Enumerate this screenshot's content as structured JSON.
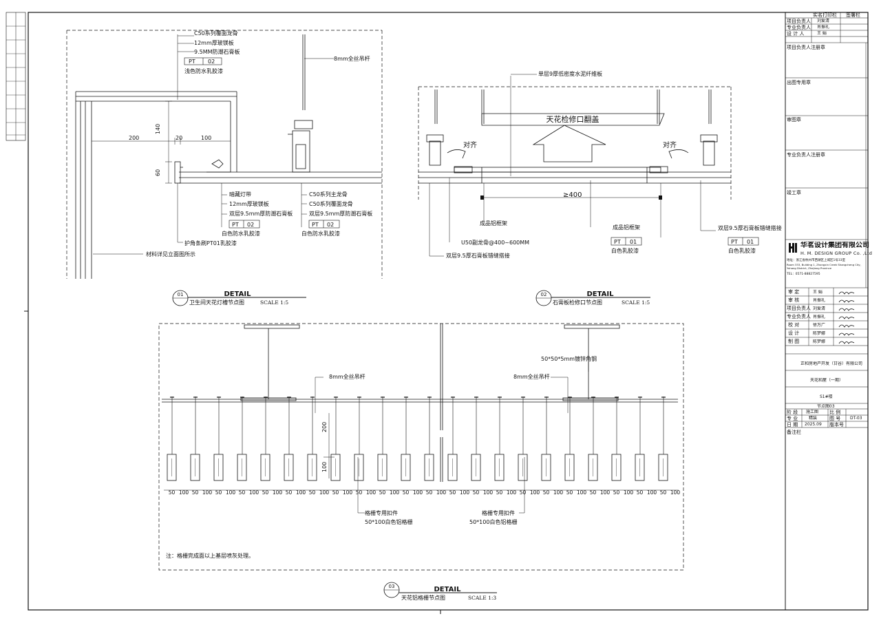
{
  "detail1": {
    "labels_top": [
      "C50系列覆面龙骨",
      "12mm厚玻镁板",
      "9.5MM防潮石膏板",
      "PT",
      "02",
      "浅色防水乳胶漆"
    ],
    "rod": "8mm全丝吊杆",
    "dims": [
      "140",
      "200",
      "20",
      "100",
      "60"
    ],
    "labels_bottom_left": [
      "暗藏灯带",
      "12mm厚玻镁板",
      "双层9.5mm厚防潮石膏板",
      "PT",
      "02",
      "白色防水乳胶漆",
      "护角条刷PT01乳胶漆",
      "材料详见立面图所示"
    ],
    "labels_bottom_right": [
      "C50系列主龙骨",
      "C50系列覆面龙骨",
      "双层9.5mm厚防潮石膏板",
      "PT",
      "02",
      "白色防水乳胶漆"
    ],
    "num": "01",
    "detail": "DETAIL",
    "title": "卫生间天花灯槽节点图",
    "scale": "SCALE 1:5"
  },
  "detail2": {
    "label_top": "单层9厚低密度水泥纤维板",
    "hatch": "天花检修口翻盖",
    "align": "对齐",
    "dim": "≥400",
    "labels": [
      "成品铝框架",
      "成品铝框架",
      "U50副龙骨@400~600MM",
      "双层9.5厚石膏板错缝搭接",
      "双层9.5厚石膏板错缝搭接",
      "PT",
      "01",
      "白色乳胶漆",
      "PT",
      "01",
      "白色乳胶漆"
    ],
    "num": "02",
    "detail": "DETAIL",
    "title": "石膏板检修口节点图",
    "scale": "SCALE 1:5"
  },
  "detail3": {
    "rod_left": "8mm全丝吊杆",
    "rod_right": "8mm全丝吊杆",
    "angle": "50*50*5mm镀锌角钢",
    "dim_v1": "200",
    "dim_v2": "100",
    "dims_bottom": [
      "50",
      "100"
    ],
    "clip": "格栅专用扣件",
    "grille": "50*100白色铝格栅",
    "note": "注：格栅完成面以上基层喷灰处理。",
    "num": "03",
    "detail": "DETAIL",
    "title": "天花铝格栅节点图",
    "scale": "SCALE 1:3"
  },
  "titleblock": {
    "stamp_col1": "实名打印栏",
    "stamp_col2": "签署栏",
    "rows_top": [
      {
        "label": "项目负责人",
        "name": "刘爱清"
      },
      {
        "label": "专业负责人",
        "name": "肖振礼"
      },
      {
        "label": "设 计 人",
        "name": "王 娟"
      }
    ],
    "sections": [
      "项目负责人注册章",
      "出图专用章",
      "审图章",
      "专业负责人注册章",
      "竣工章"
    ],
    "company_cn": "华茗设计集团有限公司",
    "company_en": "H. M. DESIGN GROUP Co. ,Ltd",
    "address": "地址：浙江省杭州市西湖区上城区1号33室",
    "address_en": "Room 333, Building 1, Zhongxin Creek Shangcheng City, Yuhang District, Zhejiang Province",
    "tel": "TEL：0571-88827595",
    "sign_rows": [
      {
        "label": "审 定",
        "name": "王 娟"
      },
      {
        "label": "审 核",
        "name": "肖振礼"
      },
      {
        "label": "项目负责人",
        "name": "刘爱清"
      },
      {
        "label": "专业负责人",
        "name": "肖振礼"
      },
      {
        "label": "校 对",
        "name": "徐万广"
      },
      {
        "label": "设 计",
        "name": "陈梦娜"
      },
      {
        "label": "制 图",
        "name": "陈梦娜"
      }
    ],
    "client": "正和房地产开发（甘谷）有限公司",
    "project": "天花和屋（一期）",
    "building": "S1#楼",
    "drawing": "节点图03",
    "meta": [
      {
        "k": "阶 段",
        "v": "施工图",
        "k2": "比 例",
        "v2": ""
      },
      {
        "k": "专 业",
        "v": "精装",
        "k2": "图 号",
        "v2": "DT-03"
      },
      {
        "k": "日 期",
        "v": "2025.09",
        "k2": "版本号",
        "v2": ""
      }
    ],
    "remarks": "备注栏"
  }
}
